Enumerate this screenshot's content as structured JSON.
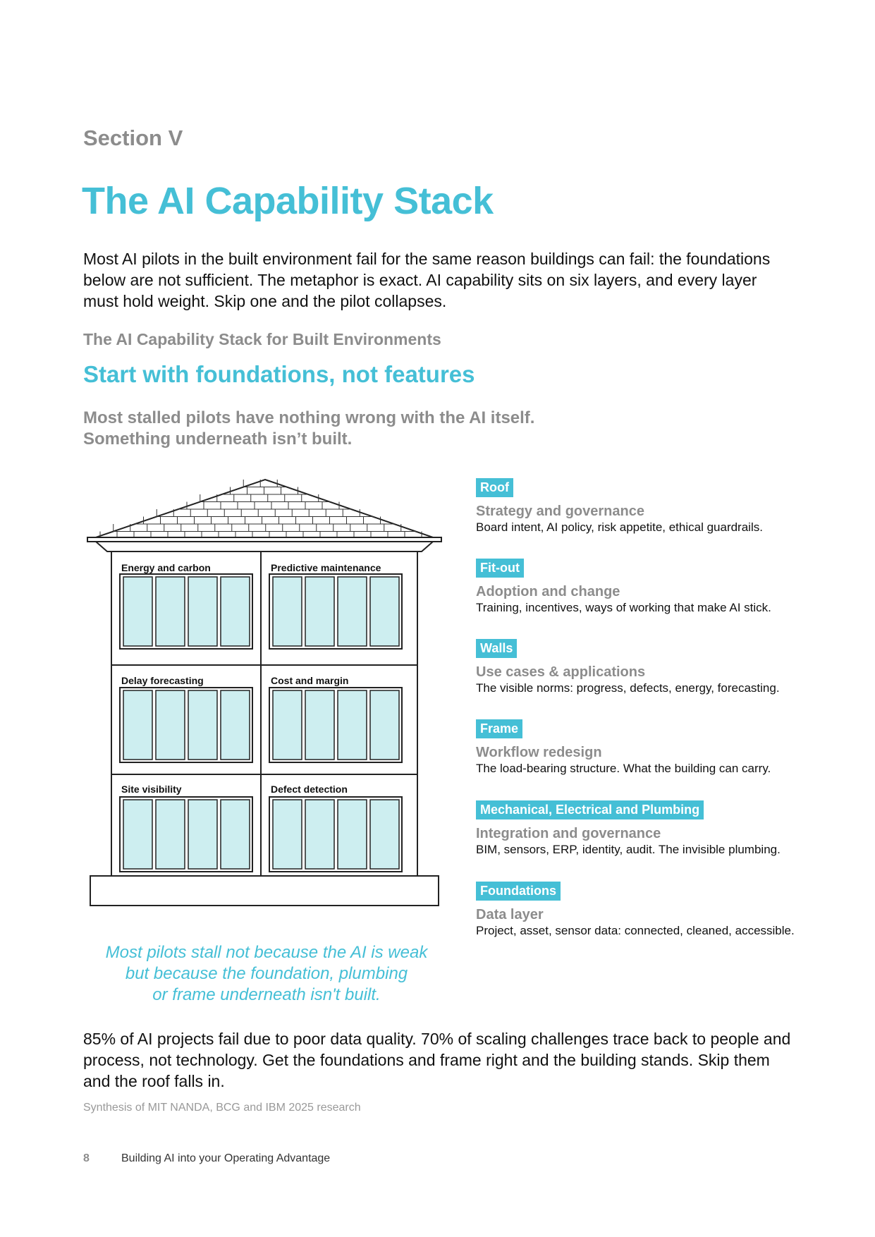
{
  "section": "Section V",
  "title": "The AI Capability Stack",
  "intro": "Most AI pilots in the built environment fail for the same reason buildings can fail: the foundations below are not sufficient. The metaphor is exact. AI capability sits on six layers, and every layer must hold weight. Skip one and the pilot collapses.",
  "kicker": "The AI Capability Stack for Built Environments",
  "subtitle": "Start with foundations, not features",
  "lead": {
    "line1": "Most stalled pilots have nothing wrong with the AI itself.",
    "line2": "Something underneath isn’t built."
  },
  "building": {
    "rooms": [
      "Energy and carbon",
      "Predictive maintenance",
      "Delay forecasting",
      "Cost and margin",
      "Site visibility",
      "Defect detection"
    ],
    "window_color": "#cdeef0"
  },
  "layers": [
    {
      "tag": "Roof",
      "name": "Strategy and governance",
      "desc": "Board intent, AI policy, risk appetite, ethical guardrails."
    },
    {
      "tag": "Fit-out",
      "name": "Adoption and change",
      "desc": "Training, incentives, ways of working that make AI stick."
    },
    {
      "tag": "Walls",
      "name": "Use cases & applications",
      "desc": "The visible norms: progress, defects, energy, forecasting."
    },
    {
      "tag": "Frame",
      "name": "Workflow redesign",
      "desc": "The load-bearing structure. What the building can carry."
    },
    {
      "tag": "Mechanical, Electrical and Plumbing",
      "name": "Integration and governance",
      "desc": "BIM, sensors, ERP, identity, audit. The invisible plumbing."
    },
    {
      "tag": "Foundations",
      "name": "Data layer",
      "desc": "Project, asset, sensor data: connected, cleaned, accessible."
    }
  ],
  "quote": {
    "line1": "Most pilots stall not because the AI is weak",
    "line2": "but because the foundation, plumbing",
    "line3": "or frame underneath isn't built."
  },
  "stat": "85% of AI projects fail due to poor data quality. 70% of scaling challenges trace back to people and process, not technology. Get the foundations and frame right and the building stands. Skip them and the roof falls in.",
  "source": "Synthesis of MIT NANDA, BCG and IBM 2025 research",
  "footer": {
    "page": "8",
    "doc_title": "Building AI into your Operating Advantage"
  },
  "colors": {
    "accent": "#45bfd6",
    "muted": "#8c8c8c"
  }
}
